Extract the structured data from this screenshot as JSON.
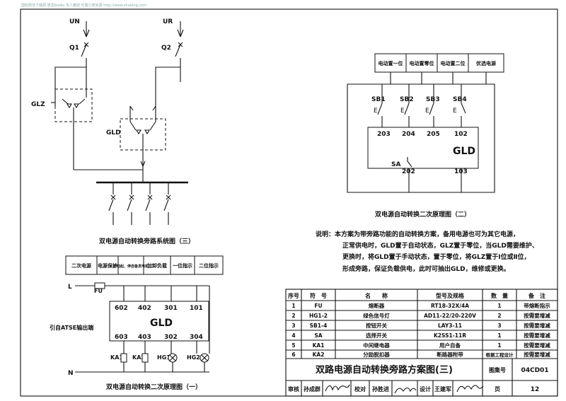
{
  "watermark": "国标规范下载网  筑龙books  本人教授  乐蕾小筑资源  http://www.zhulong.com",
  "diagram3": {
    "un": "UN",
    "ur": "UR",
    "q1": "Q1",
    "q2": "Q2",
    "glz": "GLZ",
    "gld": "GLD",
    "caption": "双电源自动转换旁路系统图（三）"
  },
  "diagram2": {
    "headers": [
      "电动置一位",
      "电动置零位",
      "电动置二位",
      "优选电源"
    ],
    "switches": [
      "SB1",
      "SB2",
      "SB3",
      "SB4"
    ],
    "top_terminals": [
      "203",
      "204",
      "205",
      "102"
    ],
    "sa": "SA",
    "bottom_terminals": [
      "202",
      "103"
    ],
    "gld": "GLD",
    "caption": "双电源自动转换二次原理图（二）"
  },
  "note": {
    "label": "说明：",
    "lines": [
      "本方案为带旁路功能的自动转换方案，备用电源也可为其它电源，",
      "正常供电时，GLD置于自动状态，GLZ置于零位，当GLD需要维护、",
      "更换时，将GLD置于手动状态，置于零位，将GLZ置于Ⅰ位或Ⅱ位，",
      "形成旁路，保证负载供电，此时可抽出GLD，维修或更换。"
    ]
  },
  "diagram1": {
    "headers": [
      "二次电源",
      "电源保护",
      "自动起、停自备发电机",
      "加卸负载",
      "一位指示",
      "二位指示"
    ],
    "l": "L",
    "n": "N",
    "fu": "FU",
    "top_terminals": [
      "602",
      "402",
      "301",
      "101"
    ],
    "gld": "GLD",
    "bottom_terminals": [
      "603",
      "403",
      "302",
      "304"
    ],
    "atse_note": "引自ATSE输出端",
    "devices": [
      "KA1",
      "KA2",
      "HG1",
      "HG2"
    ],
    "caption": "双电源自动转换二次原理图（一）"
  },
  "parts_table": {
    "headers": [
      "序号",
      "符　号",
      "名　　称",
      "型号及规格",
      "数　量",
      "备　注"
    ],
    "rows": [
      [
        "1",
        "FU",
        "熔断器",
        "RT18-32X/4A",
        "1",
        "带熔断指示"
      ],
      [
        "2",
        "HG1-2",
        "绿色信号灯",
        "AD11-22/20-220V",
        "2",
        "按需要增减"
      ],
      [
        "3",
        "SB1-4",
        "按钮开关",
        "LAY3-11",
        "3",
        "按需要增减"
      ],
      [
        "4",
        "SA",
        "选择开关",
        "K2SS1-11R",
        "1",
        "按需要增减"
      ],
      [
        "5",
        "KA1",
        "中间继电器",
        "用户自备",
        "1",
        "按需要增减"
      ],
      [
        "6",
        "KA2",
        "分励脱扣器",
        "断路器附带",
        "根据工程设计",
        "按需要增减"
      ]
    ]
  },
  "title_block": {
    "title": "双路电源自动转换旁路方案图(三)",
    "atlas_label": "图集号",
    "atlas_no": "04CD01",
    "review_label": "审核",
    "reviewer": "孙成群",
    "check_label": "校对",
    "checker": "孙胜进",
    "design_label": "设计",
    "designer": "王建军",
    "page_label": "页",
    "page_no": "12"
  }
}
